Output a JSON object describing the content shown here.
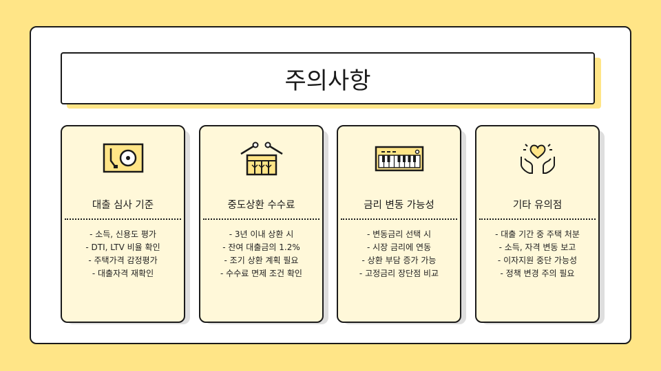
{
  "title": "주의사항",
  "cards": [
    {
      "icon": "turntable-icon",
      "title": "대출 심사 기준",
      "items": [
        "- 소득, 신용도 평가",
        "- DTI, LTV 비율 확인",
        "- 주택가격 감정평가",
        "- 대출자격 재확인"
      ]
    },
    {
      "icon": "drum-icon",
      "title": "중도상환 수수료",
      "items": [
        "- 3년 이내 상환 시",
        "- 잔여 대출금의 1.2%",
        "- 조기 상환 계획 필요",
        "- 수수료 면제 조건 확인"
      ]
    },
    {
      "icon": "keyboard-icon",
      "title": "금리 변동 가능성",
      "items": [
        "- 변동금리 선택 시",
        "- 시장 금리에 연동",
        "- 상환 부담 증가 가능",
        "- 고정금리 장단점 비교"
      ]
    },
    {
      "icon": "hands-heart-icon",
      "title": "기타 유의점",
      "items": [
        "- 대출 기간 중 주택 처분",
        "- 소득, 자격 변동 보고",
        "- 이자지원 중단 가능성",
        "- 정책 변경 주의 필요"
      ]
    }
  ],
  "colors": {
    "accent": "#FFE587",
    "card_bg": "#FFF8D9",
    "outline": "#1a1a1a"
  }
}
